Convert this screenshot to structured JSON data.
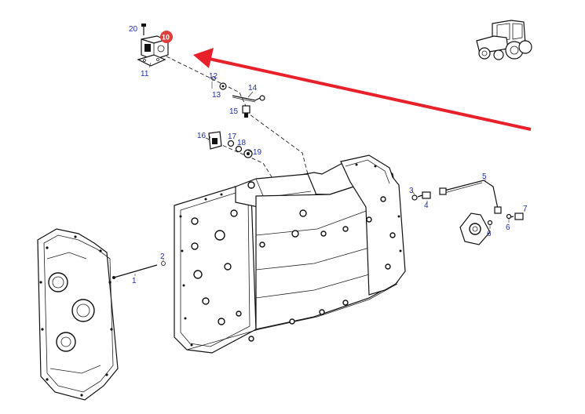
{
  "highlight": {
    "badge_color": "#e23b3b",
    "arrow_color": "#e8202a",
    "selected_part": "10"
  },
  "callout_color": "#1f2fa8",
  "icons": {
    "tractor": "tractor-icon"
  },
  "callouts": [
    {
      "id": "c20",
      "label": "20"
    },
    {
      "id": "c10",
      "label": "10"
    },
    {
      "id": "c11",
      "label": "11"
    },
    {
      "id": "c12",
      "label": "12"
    },
    {
      "id": "c13",
      "label": "13"
    },
    {
      "id": "c14",
      "label": "14"
    },
    {
      "id": "c15",
      "label": "15"
    },
    {
      "id": "c16",
      "label": "16"
    },
    {
      "id": "c17",
      "label": "17"
    },
    {
      "id": "c18",
      "label": "18"
    },
    {
      "id": "c19",
      "label": "19"
    },
    {
      "id": "c3",
      "label": "3"
    },
    {
      "id": "c4",
      "label": "4"
    },
    {
      "id": "c5",
      "label": "5"
    },
    {
      "id": "c6a",
      "label": "6"
    },
    {
      "id": "c6b",
      "label": "6"
    },
    {
      "id": "c7",
      "label": "7"
    },
    {
      "id": "c2",
      "label": "2"
    },
    {
      "id": "c1",
      "label": "1"
    }
  ]
}
